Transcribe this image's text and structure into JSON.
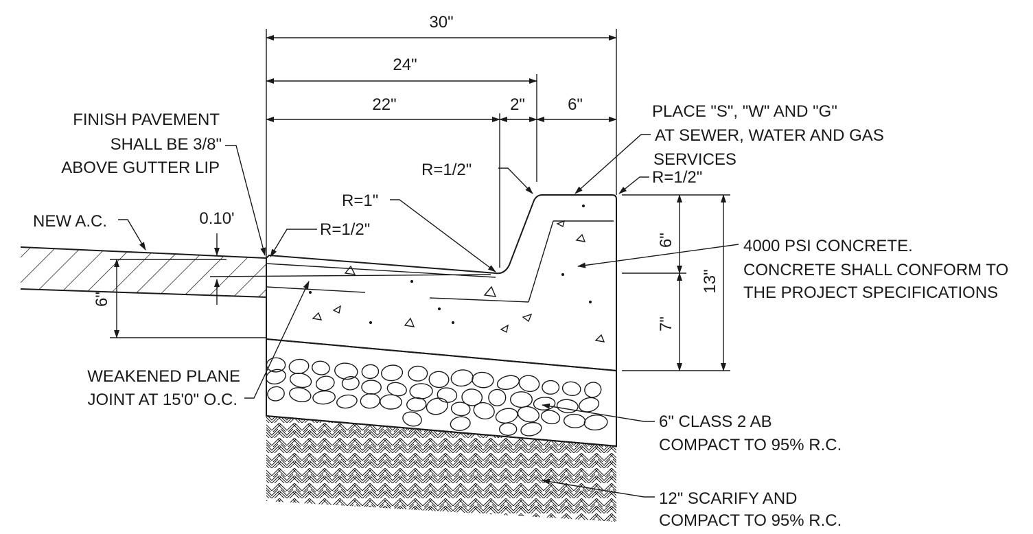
{
  "dimensions": {
    "overall_width": "30\"",
    "flow_line_width": "24\"",
    "gutter_width": "22\"",
    "batter_width": "2\"",
    "curb_top_width": "6\"",
    "ac_thickness": "6\"",
    "curb_face_height": "6\"",
    "curb_base_height": "7\"",
    "total_height": "13\"",
    "lip_offset": "0.10'"
  },
  "radii": {
    "gutter_lip": "R=1/2\"",
    "flow_line": "R=1\"",
    "top_back": "R=1/2\"",
    "top_front": "R=1/2\""
  },
  "notes": {
    "finish_pavement": [
      "FINISH PAVEMENT",
      "SHALL BE 3/8\"",
      "ABOVE GUTTER LIP"
    ],
    "new_ac": "NEW A.C.",
    "weakened_plane": [
      "WEAKENED PLANE",
      "JOINT AT 15'0\" O.C."
    ],
    "place_services": [
      "PLACE \"S\", \"W\" AND \"G\"",
      "AT SEWER, WATER AND GAS",
      "SERVICES"
    ],
    "concrete": [
      "4000 PSI CONCRETE.",
      "CONCRETE SHALL CONFORM TO",
      "THE PROJECT SPECIFICATIONS"
    ],
    "base": [
      "6\" CLASS 2 AB",
      "COMPACT TO 95% R.C."
    ],
    "subgrade": [
      "12\" SCARIFY AND",
      "COMPACT TO 95% R.C."
    ]
  }
}
